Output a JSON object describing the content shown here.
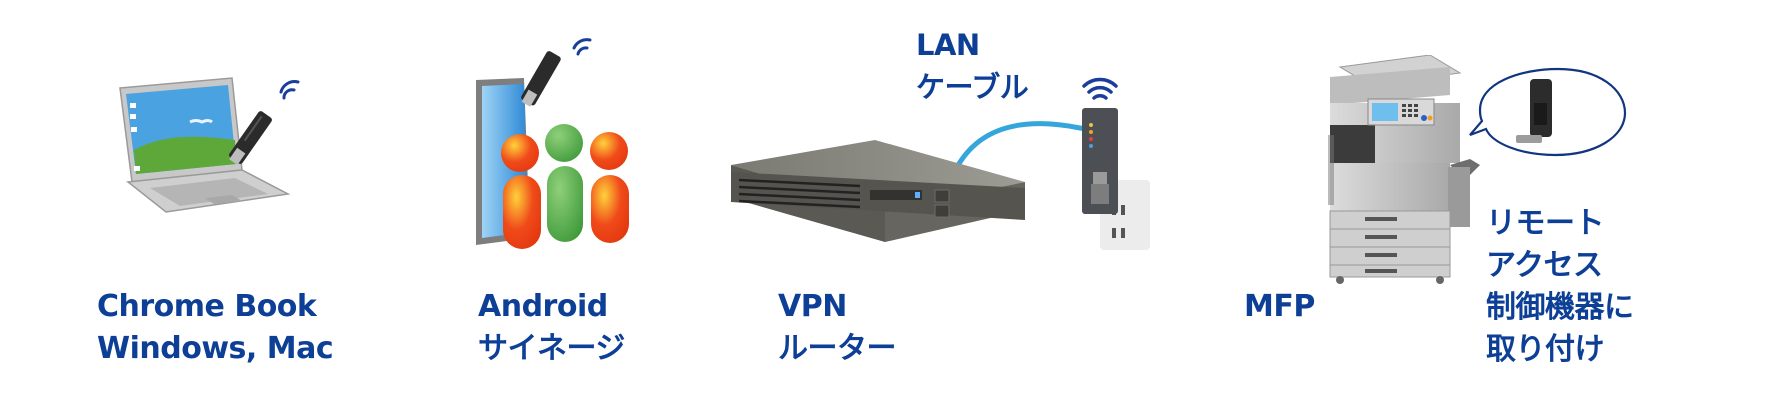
{
  "colors": {
    "label_text": "#0d3f96",
    "wifi_signal": "#1a3f9a",
    "lan_cable": "#35a6dc",
    "screen_blue": "#3a8fd8",
    "person_orange": "#ef4a1c",
    "person_green": "#4caf50"
  },
  "devices": [
    {
      "id": "chromebook",
      "icon": "laptop-icon",
      "lines": [
        "Chrome Book",
        "Windows, Mac"
      ]
    },
    {
      "id": "android-signage",
      "icon": "signage-display-icon",
      "lines": [
        "Android",
        "サイネージ"
      ]
    },
    {
      "id": "vpn-router",
      "icon": "router-icon",
      "lines": [
        "VPN",
        "ルーター"
      ]
    },
    {
      "id": "mfp",
      "icon": "printer-icon",
      "lines": [
        "MFP"
      ]
    },
    {
      "id": "remote-access",
      "icon": "usb-dongle-icon",
      "lines": [
        "リモート",
        "アクセス",
        "制御機器に",
        "取り付け"
      ]
    }
  ],
  "cable_label": [
    "LAN",
    "ケーブル"
  ]
}
